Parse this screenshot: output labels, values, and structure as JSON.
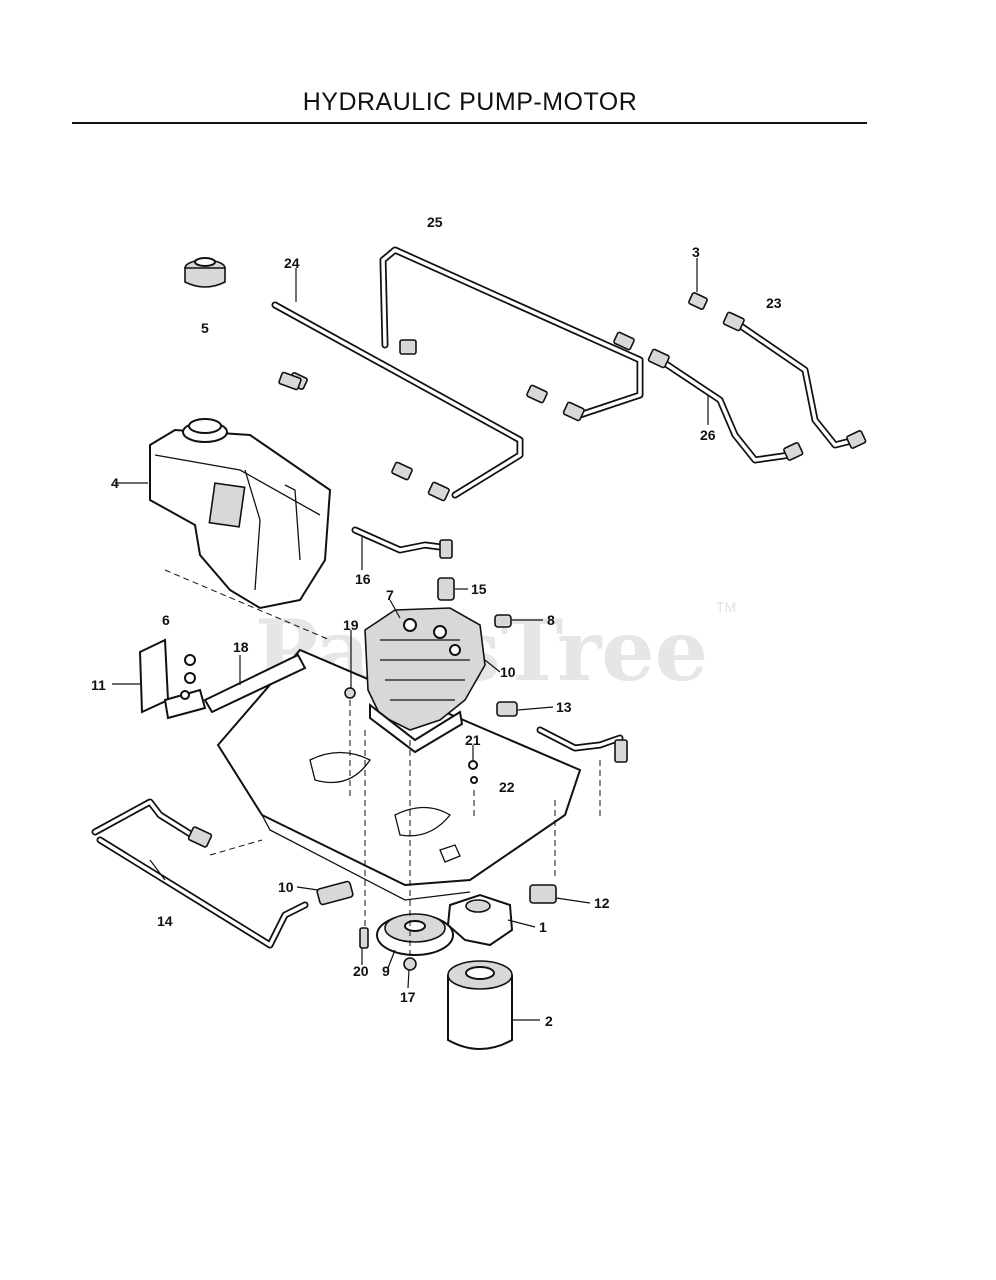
{
  "title": "HYDRAULIC PUMP-MOTOR",
  "watermark": {
    "text": "PartsTree",
    "trademark": "TM"
  },
  "callouts": [
    "1",
    "2",
    "3",
    "4",
    "5",
    "6",
    "7",
    "8",
    "9",
    "10",
    "10",
    "11",
    "12",
    "13",
    "14",
    "15",
    "16",
    "17",
    "18",
    "19",
    "20",
    "21",
    "22",
    "23",
    "24",
    "25",
    "26"
  ]
}
